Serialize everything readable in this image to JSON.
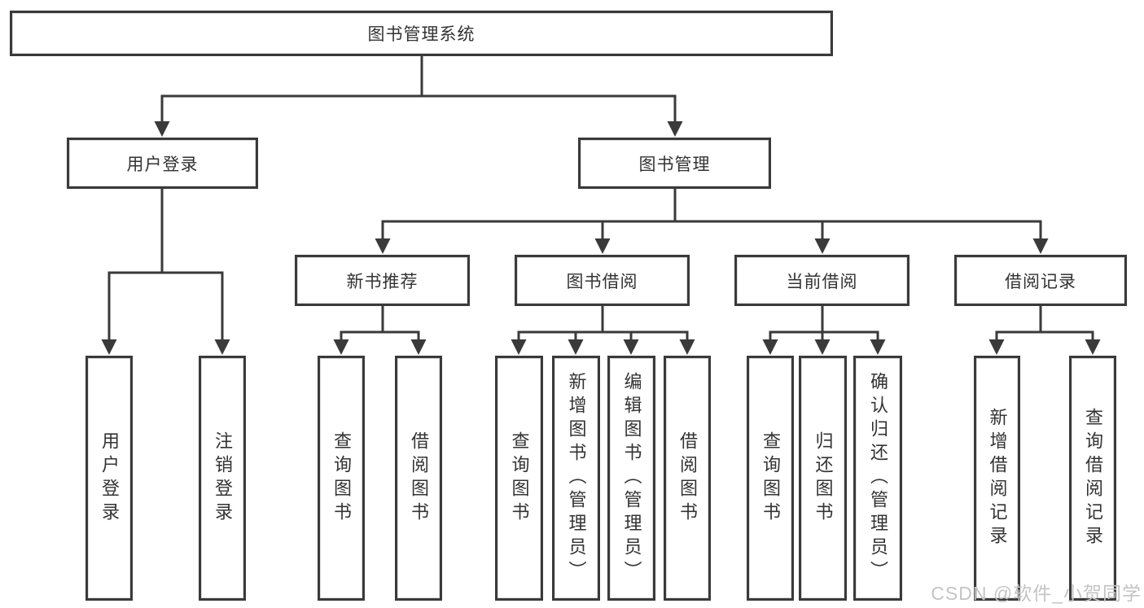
{
  "title": "图书管理系统",
  "watermark": "CSDN @软件_小贺同学",
  "colors": {
    "line": "#3a3a3a",
    "text": "#333333",
    "background": "#ffffff",
    "watermark": "#c4c4c4"
  },
  "tree": {
    "label": "图书管理系统",
    "children": [
      {
        "label": "用户登录",
        "children": [
          {
            "label": "用户登录"
          },
          {
            "label": "注销登录"
          }
        ]
      },
      {
        "label": "图书管理",
        "children": [
          {
            "label": "新书推荐",
            "children": [
              {
                "label": "查询图书"
              },
              {
                "label": "借阅图书"
              }
            ]
          },
          {
            "label": "图书借阅",
            "children": [
              {
                "label": "查询图书"
              },
              {
                "label": "新增图书（管理员）"
              },
              {
                "label": "编辑图书（管理员）"
              },
              {
                "label": "借阅图书"
              }
            ]
          },
          {
            "label": "当前借阅",
            "children": [
              {
                "label": "查询图书"
              },
              {
                "label": "归还图书"
              },
              {
                "label": "确认归还（管理员）"
              }
            ]
          },
          {
            "label": "借阅记录",
            "children": [
              {
                "label": "新增借阅记录"
              },
              {
                "label": "查询借阅记录"
              }
            ]
          }
        ]
      }
    ]
  }
}
